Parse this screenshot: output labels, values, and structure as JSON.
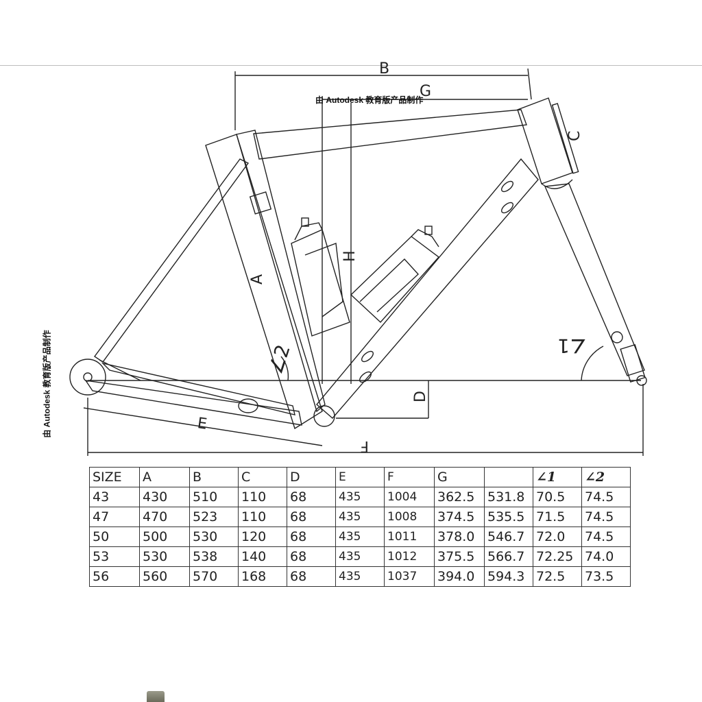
{
  "watermark": "由 Autodesk 教育版产品制作",
  "dimension_labels": {
    "A": "A",
    "B": "B",
    "C": "C",
    "D": "D",
    "E": "E",
    "F": "F",
    "G": "G",
    "H": "H",
    "angle1": "∠1",
    "angle2": "∠2"
  },
  "table": {
    "headers": [
      "SIZE",
      "A",
      "B",
      "C",
      "D",
      "E",
      "F",
      "G",
      "",
      "∠1",
      "∠2"
    ],
    "rows": [
      [
        "43",
        "430",
        "510",
        "110",
        "68",
        "435",
        "1004",
        "362.5",
        "531.8",
        "70.5",
        "74.5"
      ],
      [
        "47",
        "470",
        "523",
        "110",
        "68",
        "435",
        "1008",
        "374.5",
        "535.5",
        "71.5",
        "74.5"
      ],
      [
        "50",
        "500",
        "530",
        "120",
        "68",
        "435",
        "1011",
        "378.0",
        "546.7",
        "72.0",
        "74.5"
      ],
      [
        "53",
        "530",
        "538",
        "140",
        "68",
        "435",
        "1012",
        "375.5",
        "566.7",
        "72.25",
        "74.0"
      ],
      [
        "56",
        "560",
        "570",
        "168",
        "68",
        "435",
        "1037",
        "394.0",
        "594.3",
        "72.5",
        "73.5"
      ]
    ]
  }
}
